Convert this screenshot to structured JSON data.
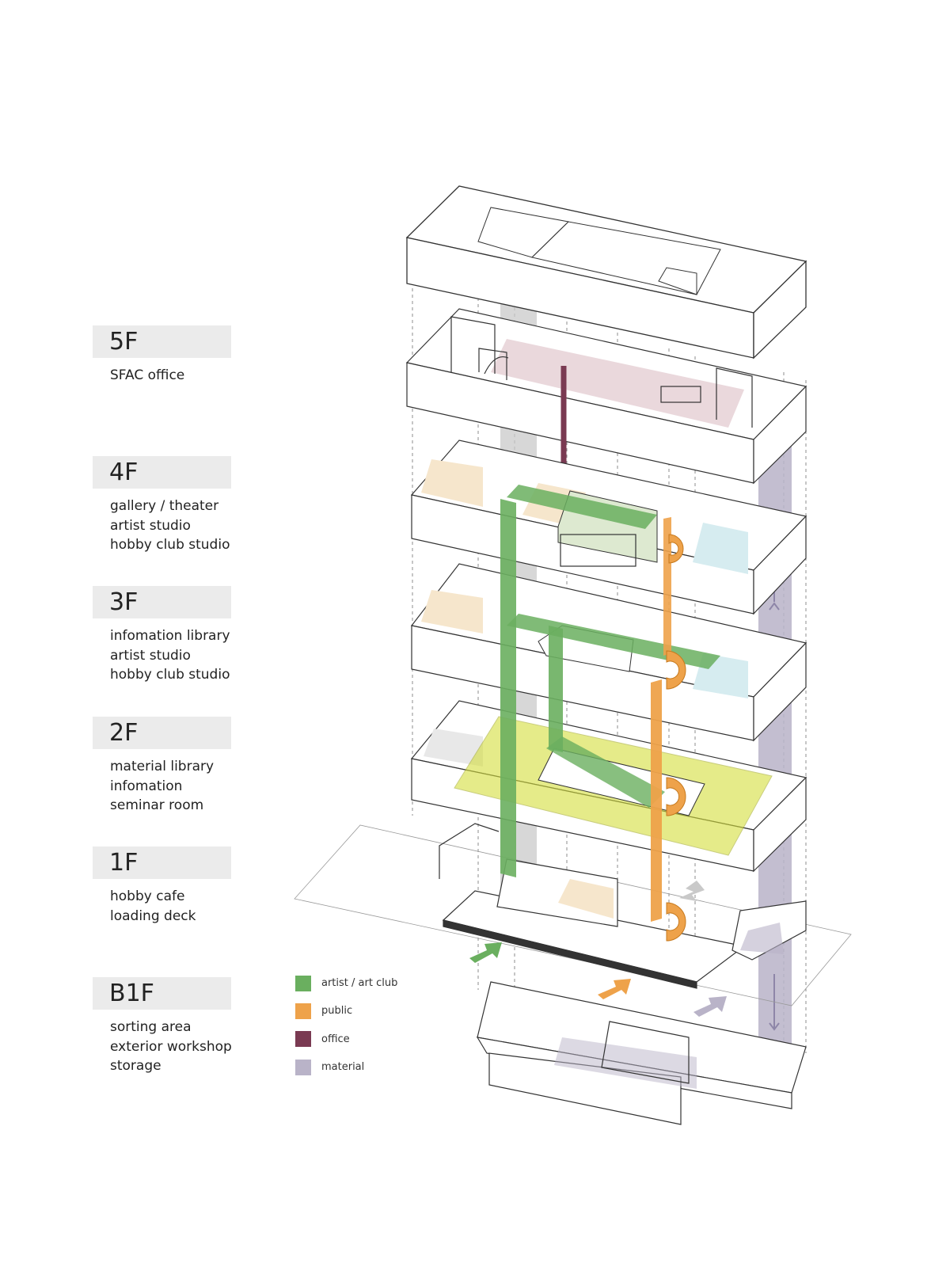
{
  "floors": [
    {
      "level": "5F",
      "uses": [
        "SFAC office"
      ]
    },
    {
      "level": "4F",
      "uses": [
        "gallery / theater",
        "artist studio",
        "hobby club studio"
      ]
    },
    {
      "level": "3F",
      "uses": [
        "infomation library",
        "artist studio",
        "hobby club studio"
      ]
    },
    {
      "level": "2F",
      "uses": [
        "material library",
        "infomation",
        "seminar room"
      ]
    },
    {
      "level": "1F",
      "uses": [
        "hobby cafe",
        "loading deck"
      ]
    },
    {
      "level": "B1F",
      "uses": [
        "sorting area",
        "exterior workshop",
        "storage"
      ]
    }
  ],
  "legend": [
    {
      "label": "artist / art club",
      "color": "#6aaf5f"
    },
    {
      "label": "public",
      "color": "#eea24a"
    },
    {
      "label": "office",
      "color": "#7a3a52"
    },
    {
      "label": "material",
      "color": "#b9b3c8"
    }
  ],
  "colors": {
    "line": "#333333",
    "dash": "#888888",
    "office_floor": "#e8d4d8",
    "gallery_tint": "#f6e6cc",
    "studio_tint": "#d6ecf0",
    "library_tint": "#d4de3c",
    "core_grey": "#c9c9c9"
  }
}
